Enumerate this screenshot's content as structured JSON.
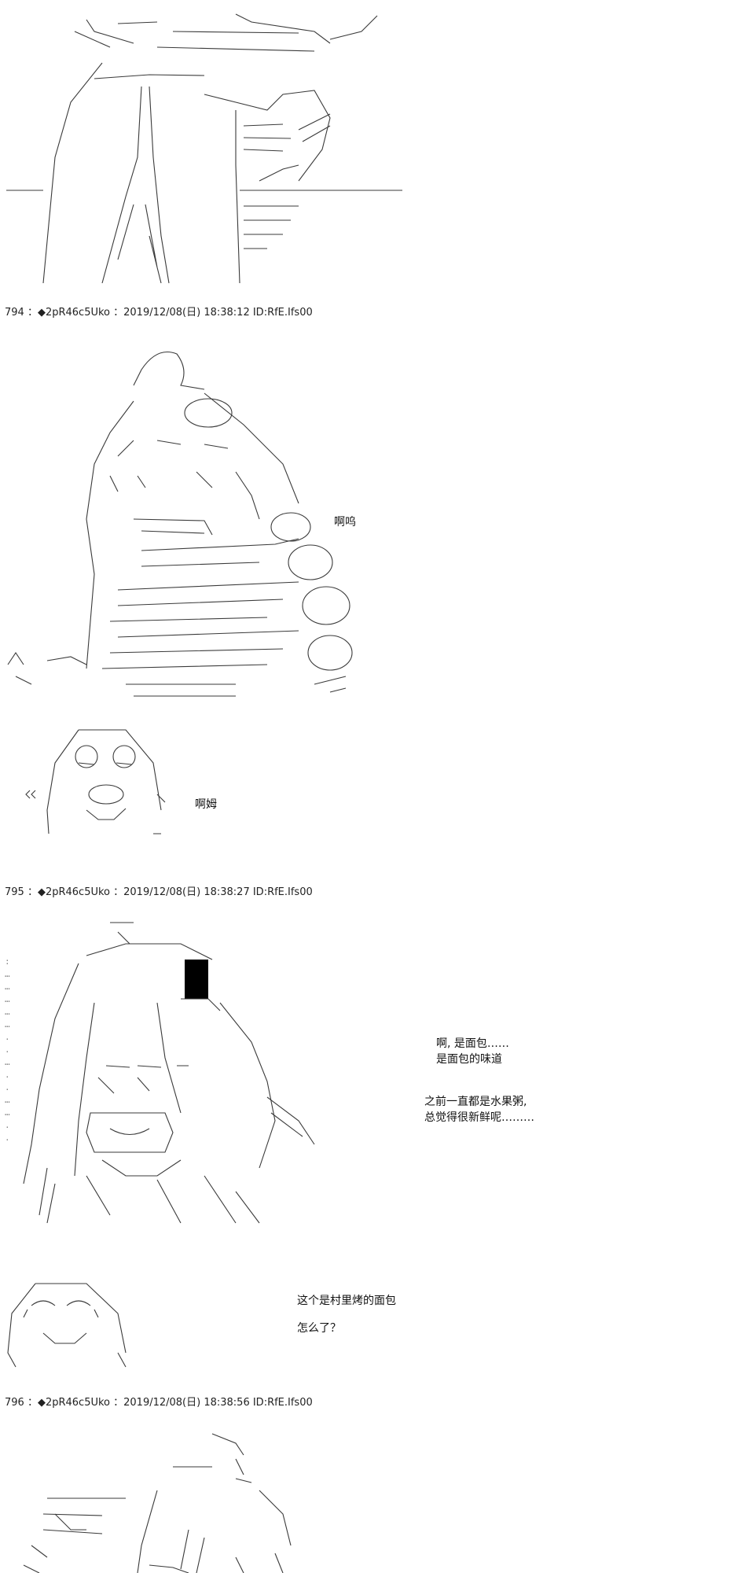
{
  "posts": [
    {
      "header": "794 ：◆2pR46c5Uko ：2019/12/08(日) 18:38:12 ID:RfE.Ifs00"
    },
    {
      "header": "795 ：◆2pR46c5Uko ：2019/12/08(日) 18:38:27 ID:RfE.Ifs00"
    },
    {
      "header": "796 ：◆2pR46c5Uko ：2019/12/08(日) 18:38:56 ID:RfE.Ifs00"
    }
  ],
  "speech": {
    "line_1": "啊呜",
    "line_2": "啊姆",
    "line_3a": "啊, 是面包……",
    "line_3b": "是面包的味道",
    "line_4a": "之前一直都是水果粥,",
    "line_4b": "总觉得很新鲜呢………",
    "line_5a": "这个是村里烤的面包",
    "line_5b": "怎么了？"
  }
}
